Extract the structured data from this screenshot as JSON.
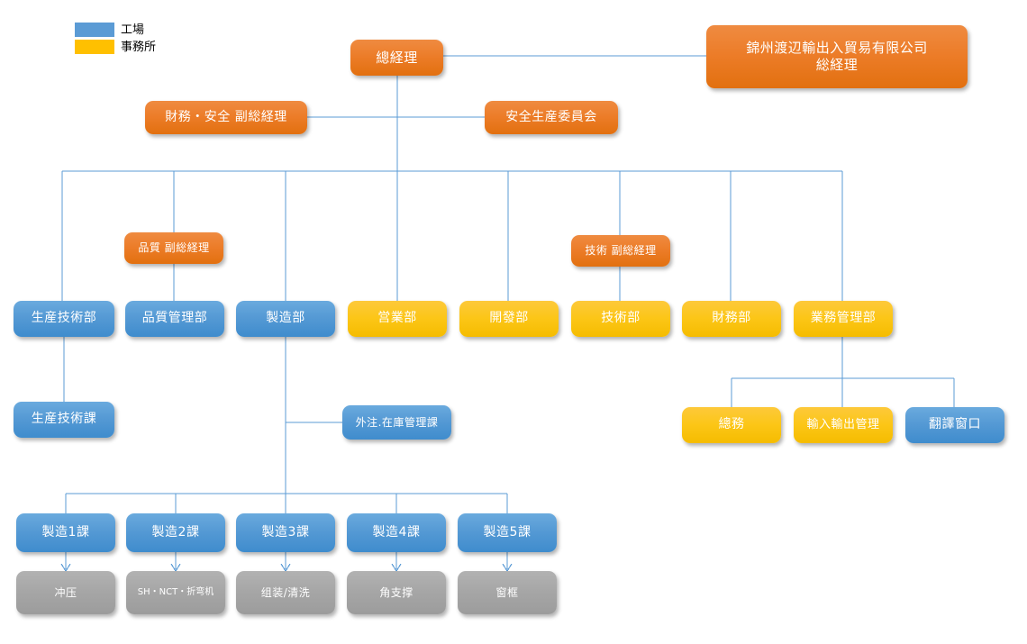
{
  "chart_type": "org-chart",
  "legend": {
    "items": [
      {
        "label": "工場",
        "color": "#5b9bd5",
        "swatch_name": "factory-swatch"
      },
      {
        "label": "事務所",
        "color": "#ffc000",
        "swatch_name": "office-swatch"
      }
    ]
  },
  "palette": {
    "orange": "#ec7c28",
    "blue": "#5499d4",
    "yellow": "#fcc617",
    "gray": "#a6a6a6",
    "line": "#5b9bd5"
  },
  "nodes": {
    "general_manager": "總経理",
    "trading_company": "錦州渡辺輸出入貿易有限公司\n総経理",
    "finance_safety_deputy": "財務・安全 副総経理",
    "safety_production_committee": "安全生産委員会",
    "quality_deputy": "品質 副総経理",
    "technical_deputy": "技術 副総経理",
    "dept_production_engineering": "生産技術部",
    "dept_quality_control": "品質管理部",
    "dept_manufacturing": "製造部",
    "dept_sales": "営業部",
    "dept_development": "開發部",
    "dept_technology": "技術部",
    "dept_finance": "財務部",
    "dept_business_admin": "業務管理部",
    "sec_production_engineering": "生産技術課",
    "sec_outsourcing_inventory": "外注.在庫管理課",
    "sec_general_affairs": "總務",
    "sec_import_export": "輸入輸出管理",
    "sec_translation_window": "翻譯窗口",
    "mfg_1": "製造1課",
    "mfg_2": "製造2課",
    "mfg_3": "製造3課",
    "mfg_4": "製造4課",
    "mfg_5": "製造5課",
    "proc_1": "冲压",
    "proc_2": "SH・NCT・折弯机",
    "proc_3": "组装/清洗",
    "proc_4": "角支撑",
    "proc_5": "窗框"
  }
}
